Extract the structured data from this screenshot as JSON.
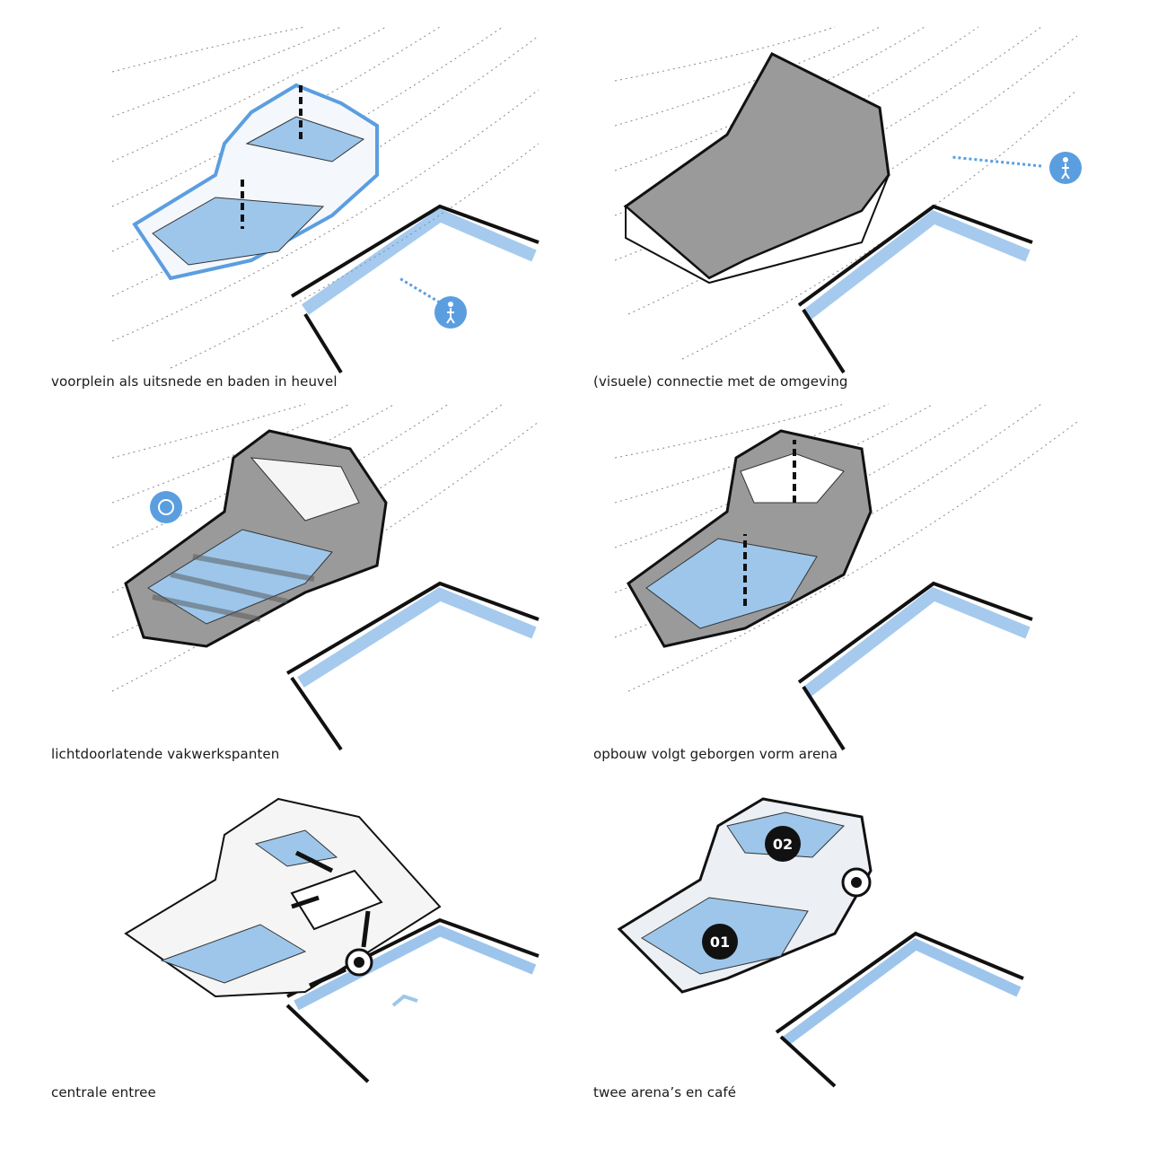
{
  "panels": [
    {
      "caption": "voorplein als uitsnede en baden in heuvel"
    },
    {
      "caption": "(visuele) connectie met de omgeving"
    },
    {
      "caption": "lichtdoorlatende vakwerkspanten"
    },
    {
      "caption": "opbouw volgt geborgen vorm arena"
    },
    {
      "caption": "centrale entree"
    },
    {
      "caption": "twee arena’s en café",
      "labels": [
        "01",
        "02"
      ]
    }
  ],
  "colors": {
    "water": "#9dc6ea",
    "accent_blue": "#5b9ee0",
    "roof_gray": "#9a9a9a",
    "outline": "#111111"
  },
  "icons": [
    "pedestrian-icon",
    "sun-icon",
    "entrance-ring-icon",
    "direction-arrow-icon"
  ]
}
